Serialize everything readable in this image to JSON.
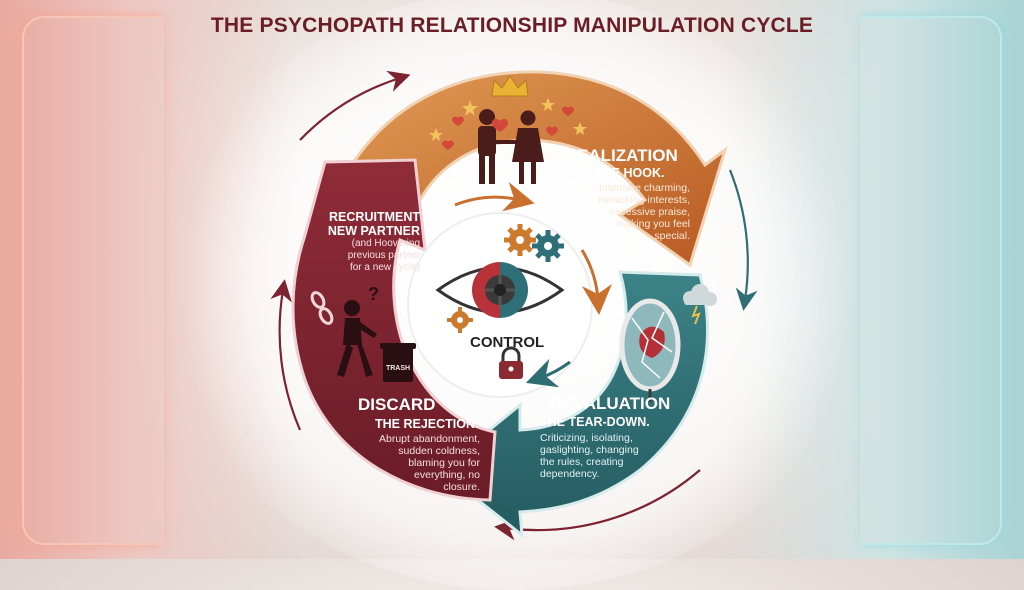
{
  "title": "THE PSYCHOPATH RELATIONSHIP MANIPULATION CYCLE",
  "center": {
    "label": "CONTROL"
  },
  "stages": {
    "idealization": {
      "title": "IDEALIZATION",
      "subtitle": "THE HOOK.",
      "description": [
        "Intensive charming,",
        "mimicking interests,",
        "excessive praise,",
        "making you feel",
        "special."
      ]
    },
    "devaluation": {
      "title": "DEVALUATION",
      "subtitle": "THE TEAR-DOWN.",
      "description": [
        "Criticizing, isolating,",
        "gaslighting, changing",
        "the rules, creating",
        "dependency."
      ]
    },
    "discard": {
      "title": "DISCARD",
      "subtitle": "THE REJECTION.",
      "description": [
        "Abrupt abandonment,",
        "sudden coldness,",
        "blaming you for",
        "everything, no",
        "closure."
      ],
      "icon_label": "TRASH"
    },
    "recruitment": {
      "title_lines": [
        "RECRUITMENT",
        "NEW PARTNER"
      ],
      "description": [
        "(and Hoovering",
        "previous partner",
        "for a new cycle)"
      ]
    }
  },
  "colors": {
    "title": "#6b1d26",
    "idealization": "#c9702f",
    "devaluation": "#2e6e73",
    "discard": "#7c2330",
    "control_eye_left": "#b8323a",
    "control_eye_right": "#2f6f78"
  }
}
